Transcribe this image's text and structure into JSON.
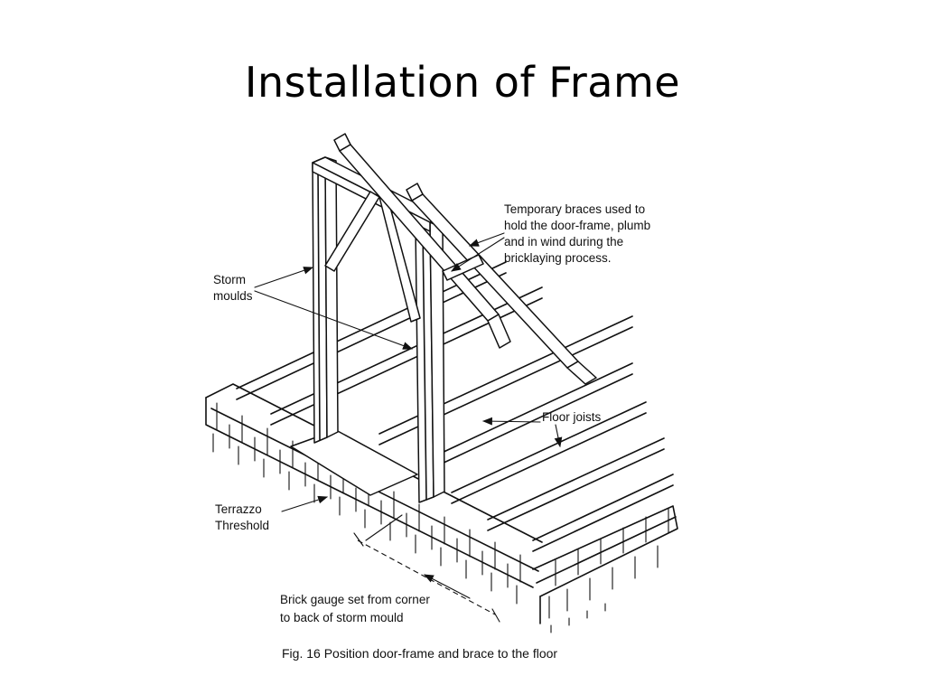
{
  "slide": {
    "title": "Installation of Frame"
  },
  "figure": {
    "labels": {
      "temporary_braces": [
        "Temporary braces used to",
        "hold the door-frame, plumb",
        "and in wind during the",
        "bricklaying process."
      ],
      "storm_moulds": [
        "Storm",
        "moulds"
      ],
      "floor_joists": "Floor joists",
      "terrazzo_threshold": [
        "Terrazzo",
        "Threshold"
      ],
      "brick_gauge": [
        "Brick gauge set from corner",
        "to back of storm mould"
      ]
    },
    "caption": "Fig. 16  Position door-frame and brace to the floor"
  }
}
